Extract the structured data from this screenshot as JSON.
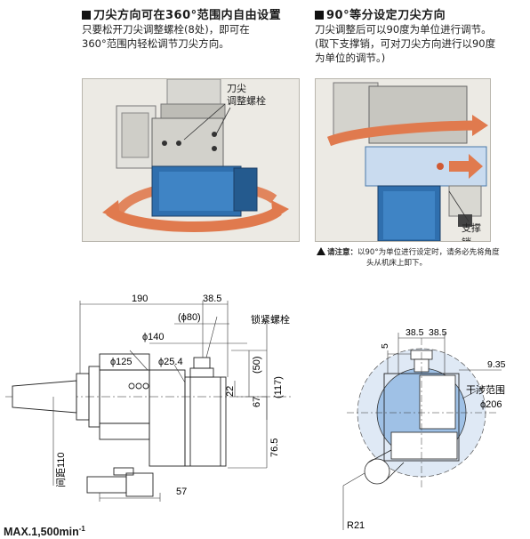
{
  "section_left": {
    "title": "刀尖方向可在360°范围内自由设置",
    "lines": [
      "只要松开刀尖调整螺栓(8处)，即可在",
      "360°范围内轻松调节刀尖方向。"
    ],
    "callout": [
      "刀尖",
      "调整螺栓"
    ]
  },
  "section_right": {
    "title": "90°等分设定刀尖方向",
    "lines": [
      "刀尖调整后可以90度为单位进行调节。",
      "(取下支撑销，可对刀尖方向进行以90度",
      "为单位的调节。)"
    ],
    "callout": "支撑销"
  },
  "caution": {
    "label": "请注意：",
    "line1": "以90°为单位进行设定时，请务必先将角度",
    "line2": "头从机床上卸下。"
  },
  "drawing_left": {
    "dims": {
      "d190": "190",
      "d38_5": "38.5",
      "phi80": "(ϕ80)",
      "phi140": "ϕ140",
      "phi125": "ϕ125",
      "phi25_4": "ϕ25.4",
      "d50": "(50)",
      "d117": "(117)",
      "d22": "22",
      "d67": "67",
      "d76_5": "76.5",
      "d110": "间距110",
      "d57": "57"
    },
    "callout": "锁紧螺栓"
  },
  "drawing_right": {
    "dims": {
      "a38_5": "38.5",
      "b38_5": "38.5",
      "d5": "5",
      "d9_35": "9.35",
      "phi206": "ϕ206",
      "r21": "R21"
    },
    "interference_label": "干涉范围"
  },
  "max_speed": {
    "text": "MAX.1,500min",
    "exp": "-1"
  },
  "colors": {
    "arrow_orange": "#e07a4e",
    "body_blue": "#2f6fae",
    "housing_blue": "#c9dbef",
    "range_blue": "#dfe9f5",
    "photo_bg": "#eceae4"
  }
}
